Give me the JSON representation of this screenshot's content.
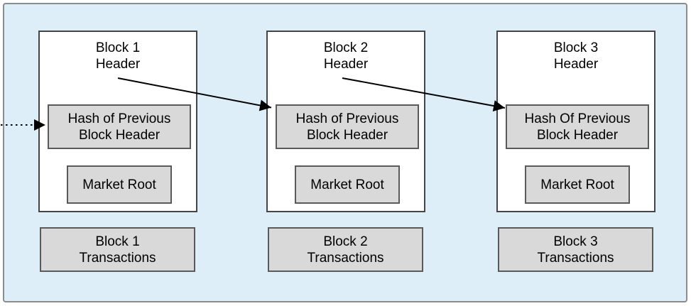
{
  "diagram": {
    "type": "blockchain-structure",
    "colors": {
      "frame_fill": "#ddeef8",
      "frame_border": "#8c8c8c",
      "block_container_fill": "#ffffff",
      "block_container_border": "#454545",
      "inner_box_fill": "#d9d9d9",
      "inner_box_border": "#5a5a5a",
      "arrow": "#000000"
    },
    "blocks": [
      {
        "name": "Block 1",
        "header_label": "Block 1\nHeader",
        "hash_label": "Hash of Previous\nBlock Header",
        "merkle_label": "Market Root",
        "transactions_label": "Block 1\nTransactions"
      },
      {
        "name": "Block 2",
        "header_label": "Block 2\nHeader",
        "hash_label": "Hash of Previous\nBlock Header",
        "merkle_label": "Market Root",
        "transactions_label": "Block 2\nTransactions"
      },
      {
        "name": "Block 3",
        "header_label": "Block 3\nHeader",
        "hash_label": "Hash Of Previous\nBlock Header",
        "merkle_label": "Market Root",
        "transactions_label": "Block 3\nTransactions"
      }
    ],
    "connections": [
      {
        "from": "outside-left",
        "to": "block-1-hash",
        "style": "dotted"
      },
      {
        "from": "block-1-header",
        "to": "block-2-hash",
        "style": "solid"
      },
      {
        "from": "block-2-header",
        "to": "block-3-hash",
        "style": "solid"
      }
    ]
  }
}
